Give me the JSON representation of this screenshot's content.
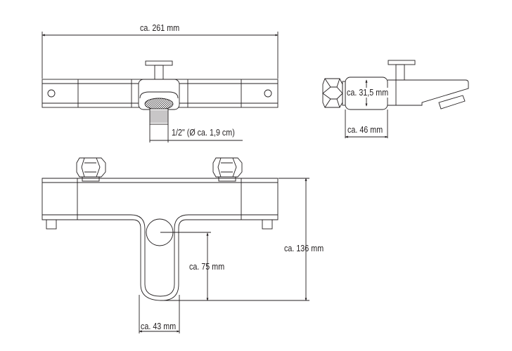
{
  "diagram": {
    "type": "technical-dimension-drawing",
    "line_color": "#231f20",
    "views": {
      "top_view": {
        "width_label": "ca. 261 mm",
        "connector_label": "1/2\" (Ø ca. 1,9 cm)"
      },
      "side_view": {
        "height_label": "ca. 31,5 mm",
        "depth_label": "ca. 46 mm"
      },
      "front_view": {
        "total_height_label": "ca. 136 mm",
        "spout_height_label": "ca. 75 mm",
        "spout_width_label": "ca. 43 mm"
      }
    }
  }
}
